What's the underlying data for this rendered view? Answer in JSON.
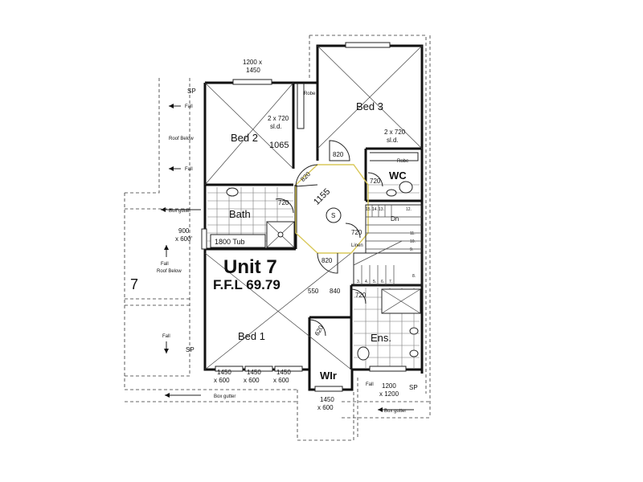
{
  "unit": {
    "title": "Unit 7",
    "ffl": "F.F.L  69.79",
    "side_number": "7"
  },
  "rooms": {
    "bed1": "Bed 1",
    "bed2": "Bed 2",
    "bed3": "Bed 3",
    "bath": "Bath",
    "wc": "WC",
    "ens": "Ens.",
    "wir": "WIr",
    "stair_symbol": "S",
    "dn": "Dn",
    "tub": "1800  Tub",
    "linen": "Linen",
    "robe": "Robe"
  },
  "windows": {
    "top_bed2_a": "1200 x",
    "top_bed2_b": "1450",
    "left_a": "900",
    "left_b": "x 600'",
    "bottom_1a": "1450",
    "bottom_1b": "x 600",
    "bottom_2a": "1450",
    "bottom_2b": "x 600",
    "bottom_3a": "1450",
    "bottom_3b": "x 600",
    "wir_a": "1450",
    "wir_b": "x 600",
    "ens_a": "1200",
    "ens_b": "x 1200"
  },
  "doors": {
    "d1065": "1065",
    "d820_hall": "820",
    "d820_bed2": "820",
    "d1155": "1155",
    "d820_bed1": "820",
    "d720_wc": "720",
    "d720_bath": "720",
    "d720_linen": "720",
    "d720_ens": "720",
    "d620_wir": "620",
    "d550": "550",
    "d840": "840",
    "sld_bed2_a": "2 x 720",
    "sld_bed2_b": "sl.d.",
    "sld_bed3_a": "2 x 720",
    "sld_bed3_b": "sl.d."
  },
  "roof": {
    "fall": "Fall",
    "roof_below": "Roof Below",
    "fall_roof_below_a": "Fall",
    "fall_roof_below_b": "Roof Below",
    "box_gutter": "Box gutter",
    "sp": "SP"
  },
  "stairs": {
    "s15": "15.",
    "s14": "14.",
    "s13": "13.",
    "s12": "12.",
    "s11": "11.",
    "s10": "10.",
    "s9": "9.",
    "s8": "8.",
    "s3": "3.",
    "s4": "4.",
    "s5": "5.",
    "s6": "6.",
    "s7": "7."
  }
}
